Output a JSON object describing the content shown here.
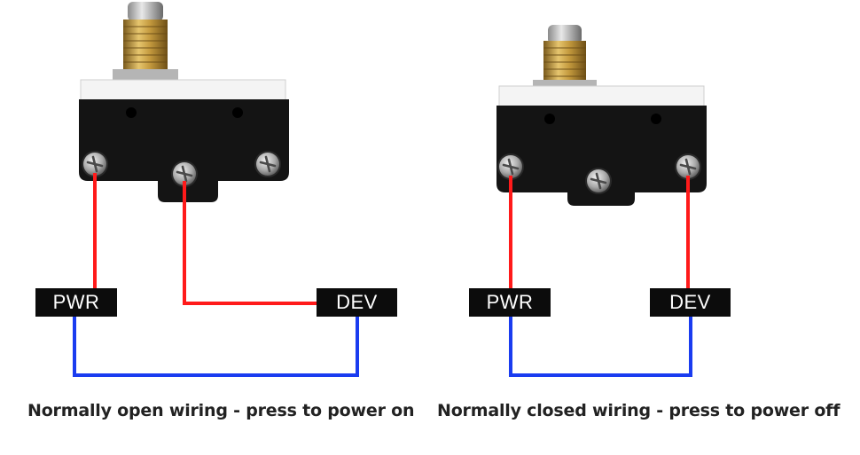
{
  "left_diagram": {
    "pwr_label": "PWR",
    "dev_label": "DEV",
    "caption": "Normally open wiring - press to power on"
  },
  "right_diagram": {
    "pwr_label": "PWR",
    "dev_label": "DEV",
    "caption": "Normally closed wiring - press to power off"
  },
  "colors": {
    "power_wire": "#ff1a1a",
    "return_wire": "#1a3cf0",
    "label_bg": "#0c0c0c",
    "switch_body": "#141414",
    "plunger": "#c9a14a"
  }
}
